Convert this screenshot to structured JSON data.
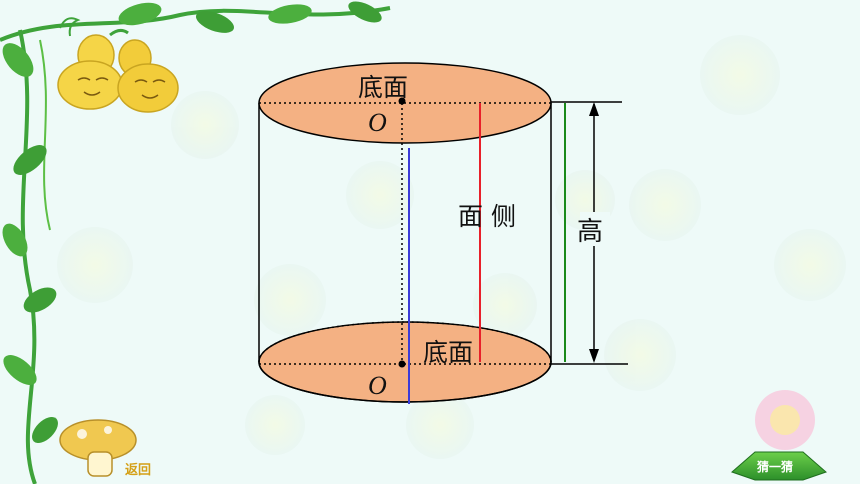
{
  "diagram": {
    "top_base_label": "底面",
    "bottom_base_label": "底面",
    "center_top_label": "O",
    "center_bottom_label": "O",
    "lateral_label": "面 侧",
    "height_label": "高"
  },
  "nav": {
    "back_label": "返回",
    "guess_label": "猜一猜"
  },
  "colors": {
    "background": "#eefaf8",
    "base_fill": "#f4b183",
    "radius_line": "#3b3bd9",
    "generatrix_line": "#e8202a",
    "height_line": "#1a8a1a",
    "gourd": "#f5d547",
    "vine": "#3ea33a"
  }
}
